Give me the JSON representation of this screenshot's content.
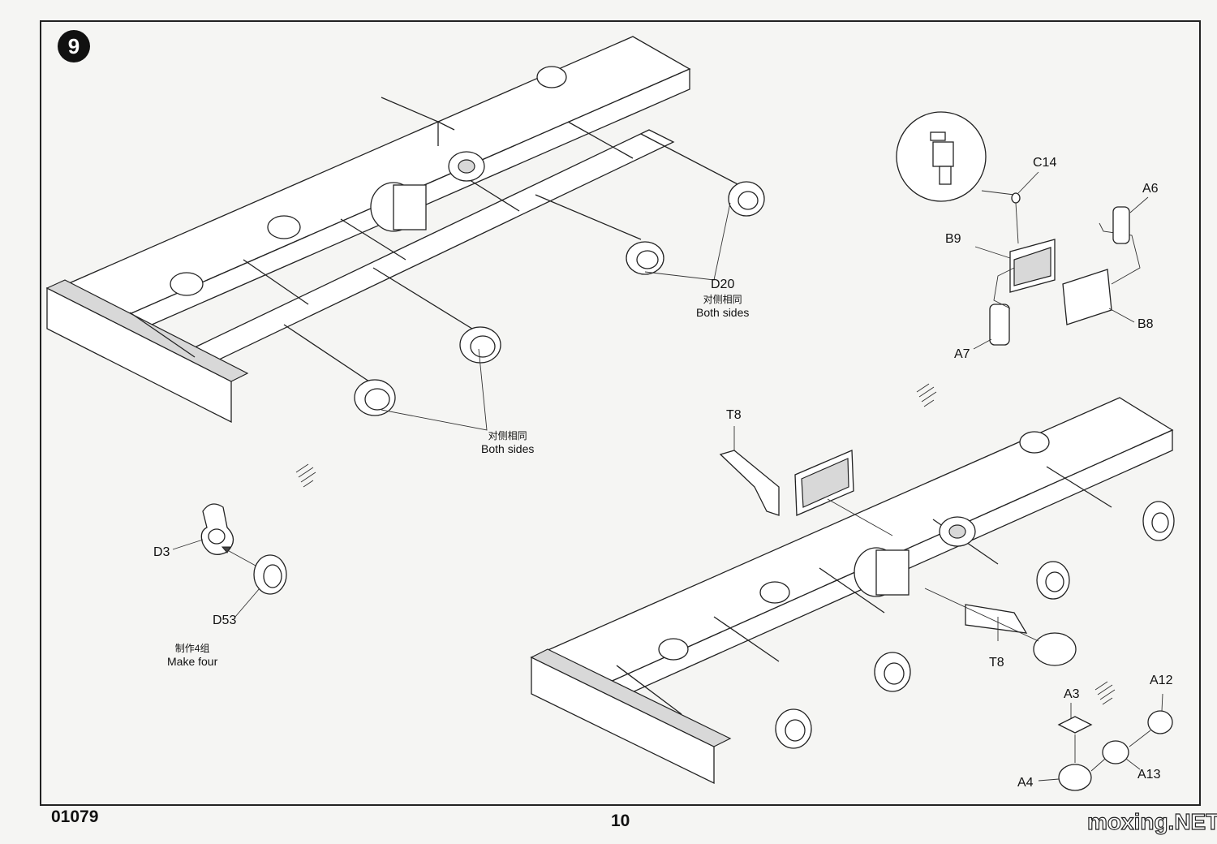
{
  "page": {
    "step_number": "9",
    "code": "01079",
    "page_number": "10",
    "watermark": "moxing.NET"
  },
  "labels": {
    "d20": "D20",
    "both_sides_cn": "对侧相同",
    "both_sides_en": "Both sides",
    "both_sides_cn_2": "对侧相同",
    "both_sides_en_2": "Both sides",
    "d3": "D3",
    "d53": "D53",
    "make_four_cn": "制作4组",
    "make_four_en": "Make four",
    "c14": "C14",
    "a6": "A6",
    "b9": "B9",
    "b8": "B8",
    "a7": "A7",
    "t8_top": "T8",
    "t8_bottom": "T8",
    "a3": "A3",
    "a12": "A12",
    "a4": "A4",
    "a13": "A13"
  }
}
